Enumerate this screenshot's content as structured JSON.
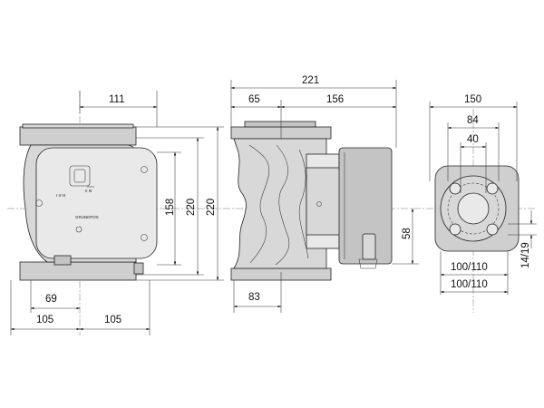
{
  "front_view": {
    "dims": {
      "top_width": "111",
      "height_inner": "158",
      "height_mid": "220",
      "height_outer": "220",
      "offset_left": "69",
      "half_left": "105",
      "half_right": "105"
    },
    "panel_labels": {
      "switch": "I  II  III",
      "indicator": "II  III",
      "brand": "GRUNDFOS"
    }
  },
  "side_view": {
    "dims": {
      "overall": "221",
      "left": "65",
      "right": "156",
      "height": "58",
      "bottom": "83"
    }
  },
  "flange_view": {
    "dims": {
      "outer": "150",
      "mid": "84",
      "inner": "40",
      "bolt_circle_upper": "100/110",
      "bolt_circle_lower": "100/110",
      "hole": "14/19"
    }
  }
}
